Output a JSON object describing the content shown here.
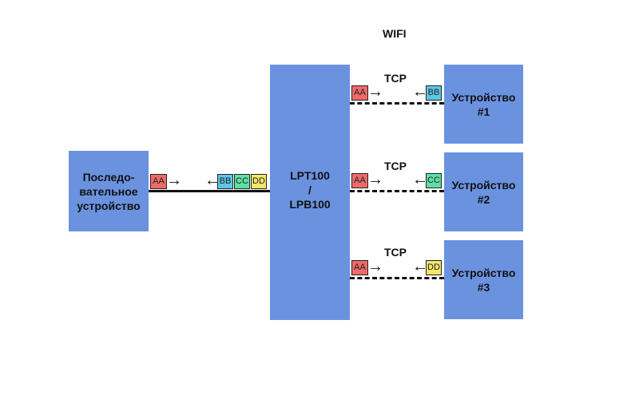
{
  "title": "WIFI",
  "serial_device": {
    "label": "Последо-вательное устройство",
    "sends": "AA",
    "receives": [
      "BB",
      "CC",
      "DD"
    ]
  },
  "module": {
    "line1": "LPT100",
    "line2": "/",
    "line3": "LPB100"
  },
  "links": [
    {
      "protocol": "TCP",
      "device": "Устройство",
      "device_num": "#1",
      "send": "AA",
      "recv": "BB",
      "recv_color": "#5bc8e8"
    },
    {
      "protocol": "TCP",
      "device": "Устройство",
      "device_num": "#2",
      "send": "AA",
      "recv": "CC",
      "recv_color": "#5de0a4"
    },
    {
      "protocol": "TCP",
      "device": "Устройство",
      "device_num": "#3",
      "send": "AA",
      "recv": "DD",
      "recv_color": "#f3e66a"
    }
  ],
  "colors": {
    "box": "#6a92df",
    "AA": "#ee6a6a",
    "BB": "#5bc8e8",
    "CC": "#5de0a4",
    "DD": "#f3e66a"
  },
  "arrows": {
    "right": "→",
    "left": "←"
  }
}
